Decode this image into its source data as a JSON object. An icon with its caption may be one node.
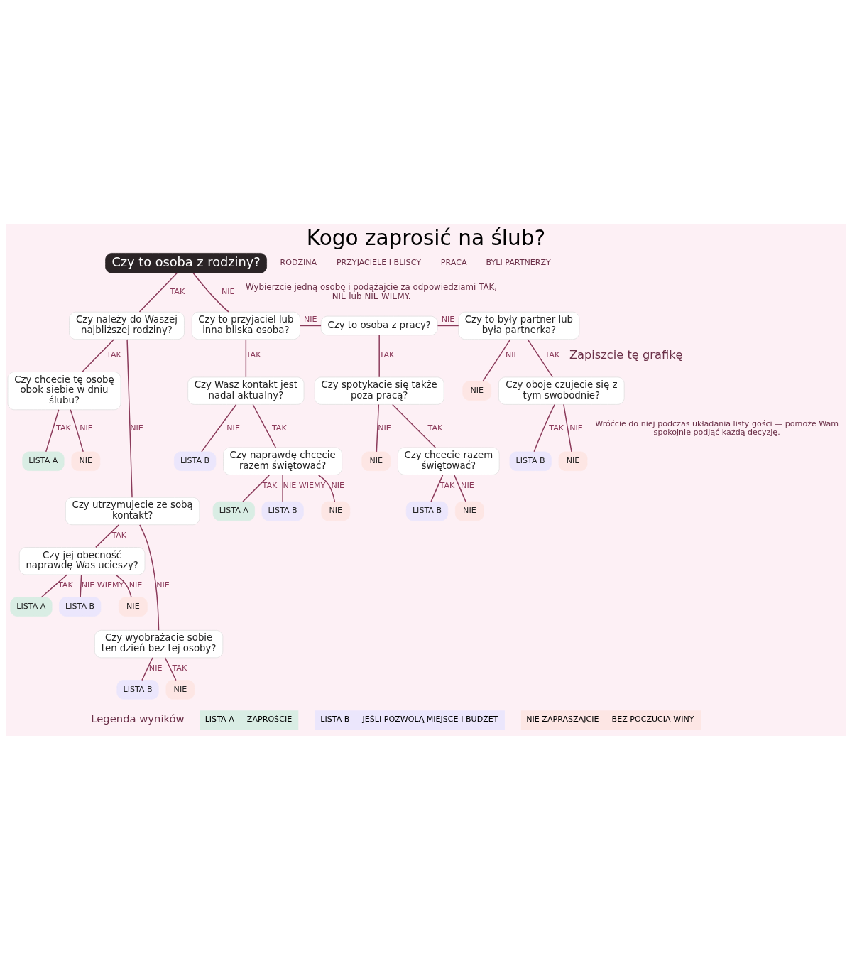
{
  "diagram": {
    "title": "Kogo zaprosić na ślub?",
    "nodes": [
      {
        "text": [
          "Czy to osoba z rodziny?"
        ]
      },
      {
        "text": [
          "Czy należy do Waszej najbliższej rodziny?"
        ]
      },
      {
        "text": [
          "Czy chcecie tę osobę obok siebie w dniu ślubu?"
        ]
      },
      {
        "text": [
          "LISTA A"
        ]
      },
      {
        "text": [
          "NIE"
        ]
      },
      {
        "text": [
          "Czy utrzymujecie ze sobą kontakt?"
        ]
      },
      {
        "text": [
          "Czy jej obecność naprawdę Was ucieszy?"
        ]
      },
      {
        "text": [
          "LISTA A"
        ]
      },
      {
        "text": [
          "LISTA B"
        ]
      },
      {
        "text": [
          "NIE"
        ]
      },
      {
        "text": [
          "Czy wyobrażacie sobie ten dzień bez tej osoby?"
        ]
      },
      {
        "text": [
          "LISTA B"
        ]
      },
      {
        "text": [
          "NIE"
        ]
      },
      {
        "text": [
          "Czy to przyjaciel lub inna bliska osoba?"
        ]
      },
      {
        "text": [
          "Czy Wasz kontakt jest nadal aktualny?"
        ]
      },
      {
        "text": [
          "LISTA B"
        ]
      },
      {
        "text": [
          "Czy naprawdę chcecie razem świętować?"
        ]
      },
      {
        "text": [
          "LISTA A"
        ]
      },
      {
        "text": [
          "LISTA B"
        ]
      },
      {
        "text": [
          "NIE"
        ]
      },
      {
        "text": [
          "Czy to osoba z pracy?"
        ]
      },
      {
        "text": [
          "Czy spotykacie się także poza pracą?"
        ]
      },
      {
        "text": [
          "NIE"
        ]
      },
      {
        "text": [
          "Czy chcecie razem świętować?"
        ]
      },
      {
        "text": [
          "LISTA B"
        ]
      },
      {
        "text": [
          "NIE"
        ]
      },
      {
        "text": [
          "Czy to były partner lub była partnerka?"
        ]
      },
      {
        "text": [
          "NIE"
        ]
      },
      {
        "text": [
          "Czy oboje czujecie się z tym swobodnie?"
        ]
      },
      {
        "text": [
          "LISTA B"
        ]
      },
      {
        "text": [
          "NIE"
        ]
      }
    ],
    "edges": [
      {
        "from": 0,
        "to": 1,
        "arrow": "none",
        "label": "TAK"
      },
      {
        "from": 0,
        "to": 13,
        "arrow": "none",
        "label": "NIE"
      },
      {
        "from": 1,
        "to": 2,
        "arrow": "none",
        "label": "TAK"
      },
      {
        "from": 1,
        "to": 5,
        "arrow": "none",
        "label": "NIE"
      },
      {
        "from": 2,
        "to": 3,
        "arrow": "none",
        "label": "TAK"
      },
      {
        "from": 2,
        "to": 4,
        "arrow": "none",
        "label": "NIE"
      },
      {
        "from": 5,
        "to": 6,
        "arrow": "none",
        "label": "TAK"
      },
      {
        "from": 5,
        "to": 10,
        "arrow": "none",
        "label": "NIE"
      },
      {
        "from": 6,
        "to": 7,
        "arrow": "none",
        "label": "TAK"
      },
      {
        "from": 6,
        "to": 8,
        "arrow": "none",
        "label": "NIE WIEMY"
      },
      {
        "from": 6,
        "to": 9,
        "arrow": "none",
        "label": "NIE"
      },
      {
        "from": 10,
        "to": 11,
        "arrow": "none",
        "label": "NIE"
      },
      {
        "from": 10,
        "to": 12,
        "arrow": "none",
        "label": "TAK"
      },
      {
        "from": 13,
        "to": 14,
        "arrow": "none",
        "label": "TAK"
      },
      {
        "from": 13,
        "to": 20,
        "arrow": "none",
        "label": "NIE"
      },
      {
        "from": 14,
        "to": 16,
        "arrow": "none",
        "label": "TAK"
      },
      {
        "from": 14,
        "to": 15,
        "arrow": "none",
        "label": "NIE"
      },
      {
        "from": 16,
        "to": 17,
        "arrow": "none",
        "label": "TAK"
      },
      {
        "from": 16,
        "to": 18,
        "arrow": "none",
        "label": "NIE WIEMY"
      },
      {
        "from": 16,
        "to": 19,
        "arrow": "none",
        "label": "NIE"
      },
      {
        "from": 20,
        "to": 21,
        "arrow": "none",
        "label": "TAK"
      },
      {
        "from": 20,
        "to": 26,
        "arrow": "none",
        "label": "NIE"
      },
      {
        "from": 21,
        "to": 23,
        "arrow": "none",
        "label": "TAK"
      },
      {
        "from": 21,
        "to": 22,
        "arrow": "none",
        "label": "NIE"
      },
      {
        "from": 23,
        "to": 24,
        "arrow": "none",
        "label": "TAK"
      },
      {
        "from": 23,
        "to": 25,
        "arrow": "none",
        "label": "NIE"
      },
      {
        "from": 26,
        "to": 28,
        "arrow": "none",
        "label": "TAK"
      },
      {
        "from": 26,
        "to": 27,
        "arrow": "none",
        "label": "NIE"
      },
      {
        "from": 28,
        "to": 29,
        "arrow": "none",
        "label": "TAK"
      },
      {
        "from": 28,
        "to": 30,
        "arrow": "none",
        "label": "NIE"
      }
    ],
    "labels": [
      "Wybierzcie jedną osobę i podążajcie za odpowiedziami TAK, NIE lub NIE WIEMY.",
      "RODZINA",
      "PRZYJACIELE I BLISCY",
      "PRACA",
      "BYLI PARTNERZY",
      "Legenda wyników",
      "Zapiszcie tę grafikę",
      "Wróćcie do niej podczas układania listy gości — pomoże Wam spokojnie podjąć każdą decyzję."
    ],
    "legend": [
      {
        "text": "LISTA A — ZAPROŚCIE",
        "color": "#d9ede4"
      },
      {
        "text": "LISTA B — JEŚLI POZWOLĄ MIEJSCE I BUDŻET",
        "color": "#ebe6fc"
      },
      {
        "text": "NIE ZAPRASZAJCIE — BEZ POCZUCIA WINY",
        "color": "#fde6e4"
      }
    ]
  }
}
